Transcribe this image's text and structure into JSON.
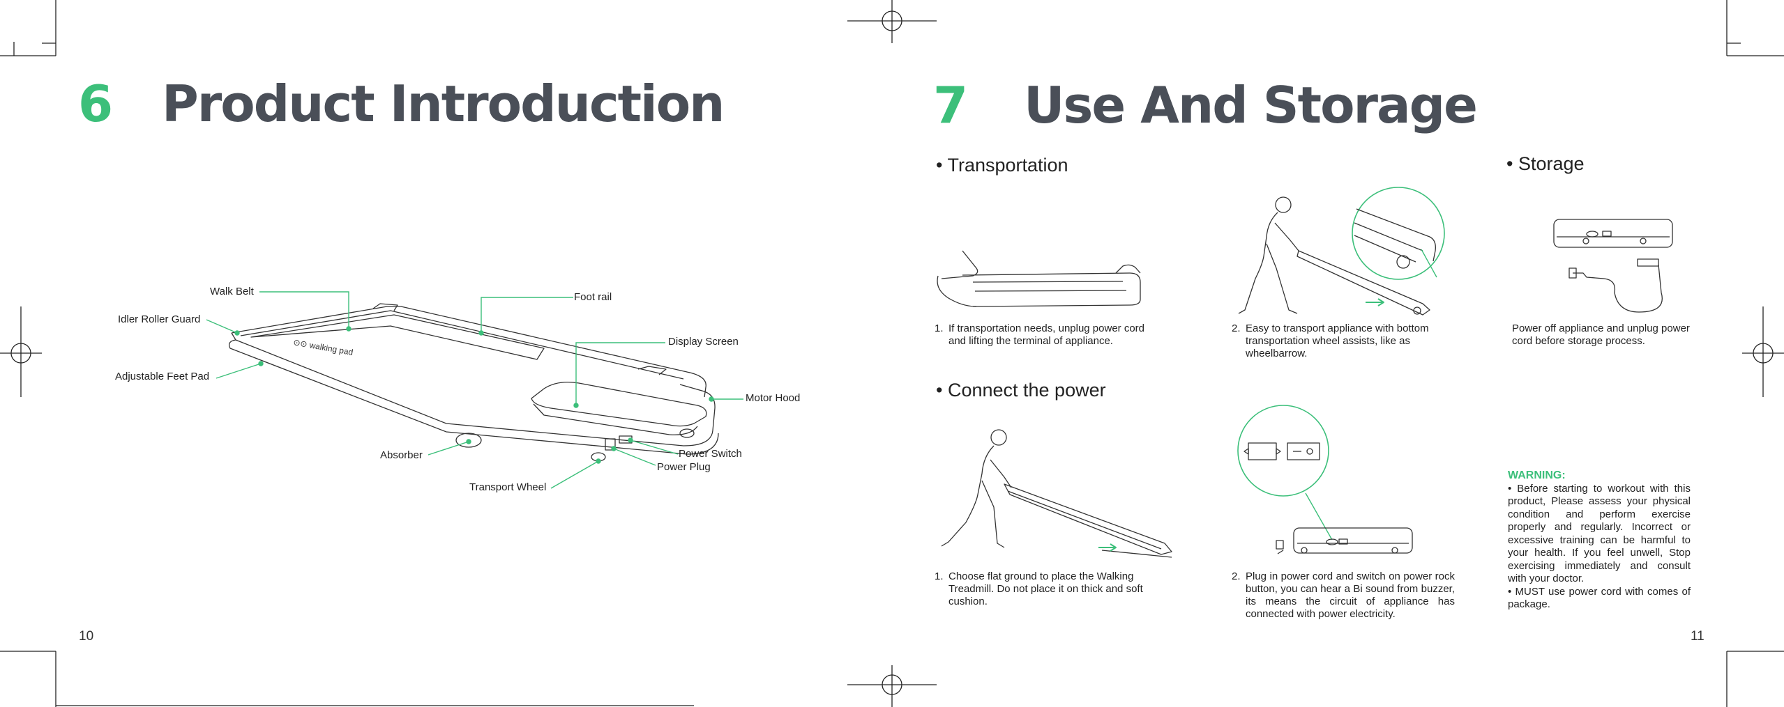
{
  "page10": {
    "section_number": "6",
    "title": "Product Introduction",
    "page_number": "10",
    "labels": {
      "walk_belt": "Walk Belt",
      "idler_roller_guard": "Idler Roller Guard",
      "adjustable_feet_pad": "Adjustable Feet Pad",
      "foot_rail": "Foot rail",
      "display_screen": "Display Screen",
      "motor_hood": "Motor Hood",
      "absorber": "Absorber",
      "power_switch": "Power Switch",
      "power_plug": "Power Plug",
      "transport_wheel": "Transport Wheel"
    }
  },
  "page11": {
    "section_number": "7",
    "title": "Use And Storage",
    "page_number": "11",
    "transportation": {
      "heading": "• Transportation",
      "step1_num": "1.",
      "step1": "If transportation needs, unplug power cord and lifting the terminal of appliance.",
      "step2_num": "2.",
      "step2": "Easy to transport appliance with bottom transportation wheel assists, like as wheelbarrow."
    },
    "storage": {
      "heading": "• Storage",
      "text": "Power off appliance and unplug power cord before storage process."
    },
    "connect": {
      "heading": "• Connect the power",
      "step1_num": "1.",
      "step1": "Choose flat ground to place the Walking Treadmill. Do not place it on thick and soft cushion.",
      "step2_num": "2.",
      "step2": "Plug in power cord and switch on power rock button, you can hear a Bi sound from buzzer, its means the circuit of appliance has connected with power electricity."
    },
    "warning": {
      "title": "WARNING:",
      "item1": "• Before starting to workout with this product, Please assess your physical condition and perform exercise properly and regularly. Incorrect or excessive training can be harmful to your health. If you feel unwell, Stop exercising immediately and consult with your doctor.",
      "item2": "• MUST use power cord with comes of package."
    }
  },
  "colors": {
    "accent": "#3cbf7a",
    "title": "#4a4f58",
    "text": "#222222"
  }
}
